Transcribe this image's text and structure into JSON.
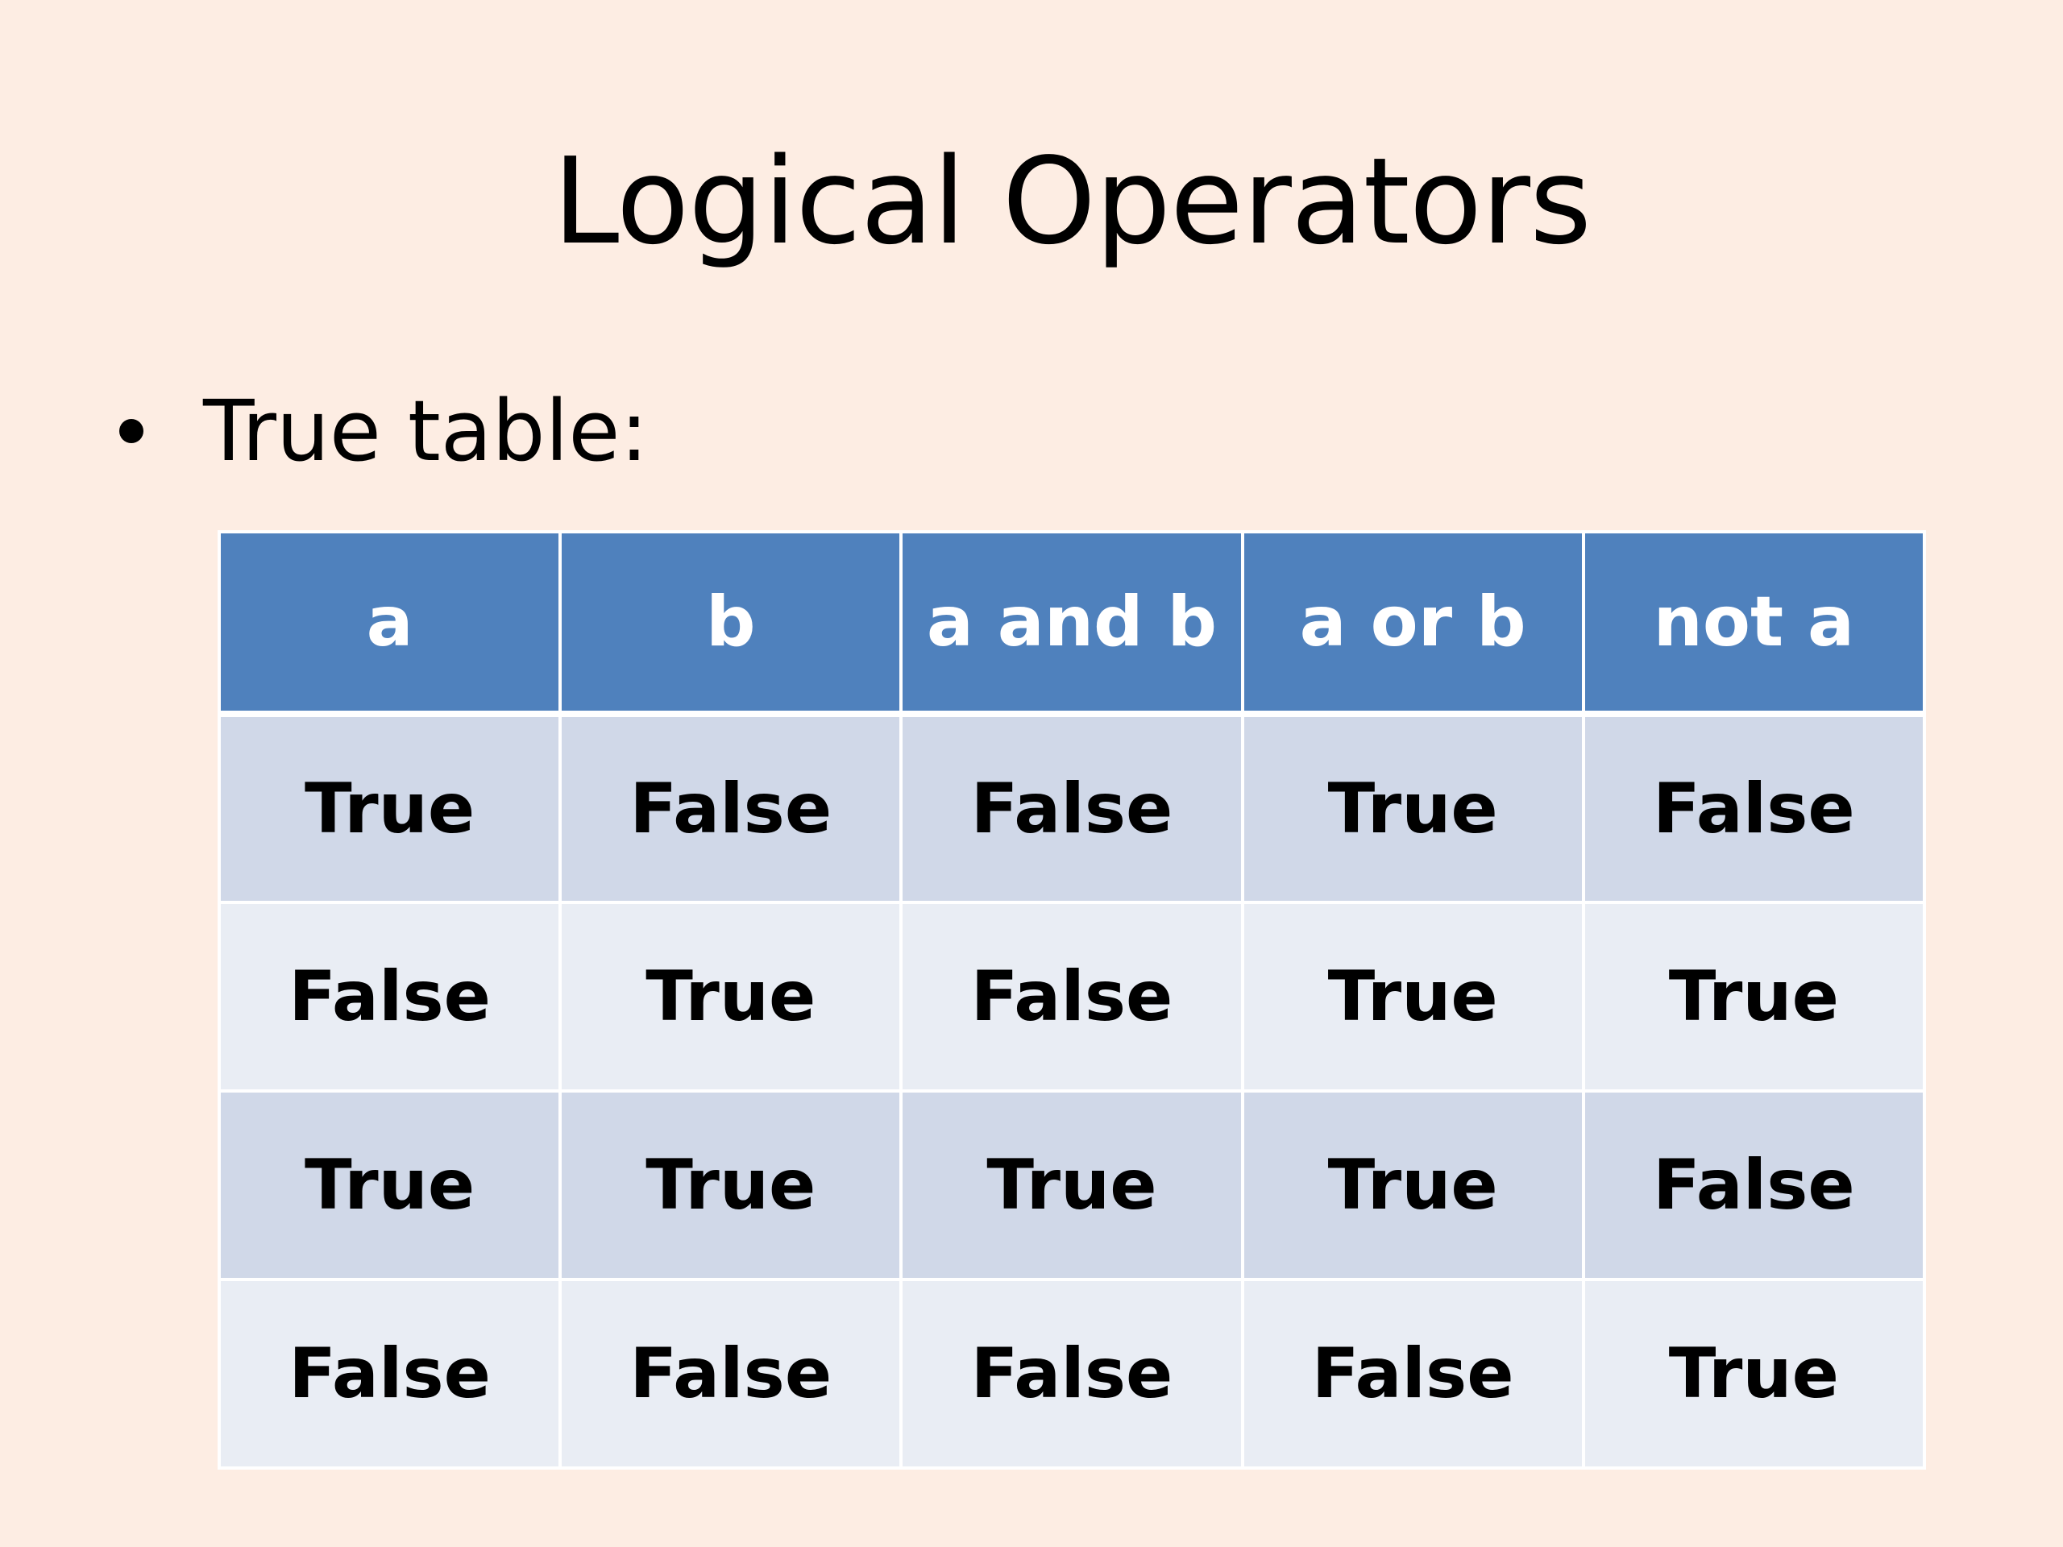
{
  "slide": {
    "title": "Logical Operators",
    "bullet": "True table:"
  },
  "table": {
    "headers": [
      "a",
      "b",
      "a and b",
      "a or b",
      "not a"
    ],
    "rows": [
      [
        "True",
        "False",
        "False",
        "True",
        "False"
      ],
      [
        "False",
        "True",
        "False",
        "True",
        "True"
      ],
      [
        "True",
        "True",
        "True",
        "True",
        "False"
      ],
      [
        "False",
        "False",
        "False",
        "False",
        "True"
      ]
    ]
  },
  "colors": {
    "background": "#FDEDE3",
    "header_fill": "#4F81BD",
    "row_fill_dark": "#D0D8E8",
    "row_fill_light": "#E9EDF4"
  }
}
